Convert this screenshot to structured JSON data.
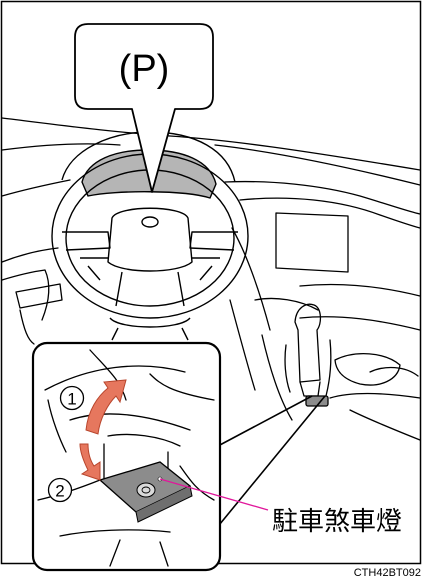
{
  "indicator": {
    "symbol": "(P)"
  },
  "steps": [
    {
      "number": "1"
    },
    {
      "number": "2"
    }
  ],
  "callout": {
    "label": "駐車煞車燈"
  },
  "figure_code": "CTH42BT092",
  "colors": {
    "line": "#000000",
    "frame": "#000000",
    "panel_gray": "#8c8c8c",
    "dash_gray": "#b5b5b5",
    "arrow_fill": "#e6775e",
    "arrow_stroke": "#b8452c",
    "leader_line": "#e0179b"
  }
}
